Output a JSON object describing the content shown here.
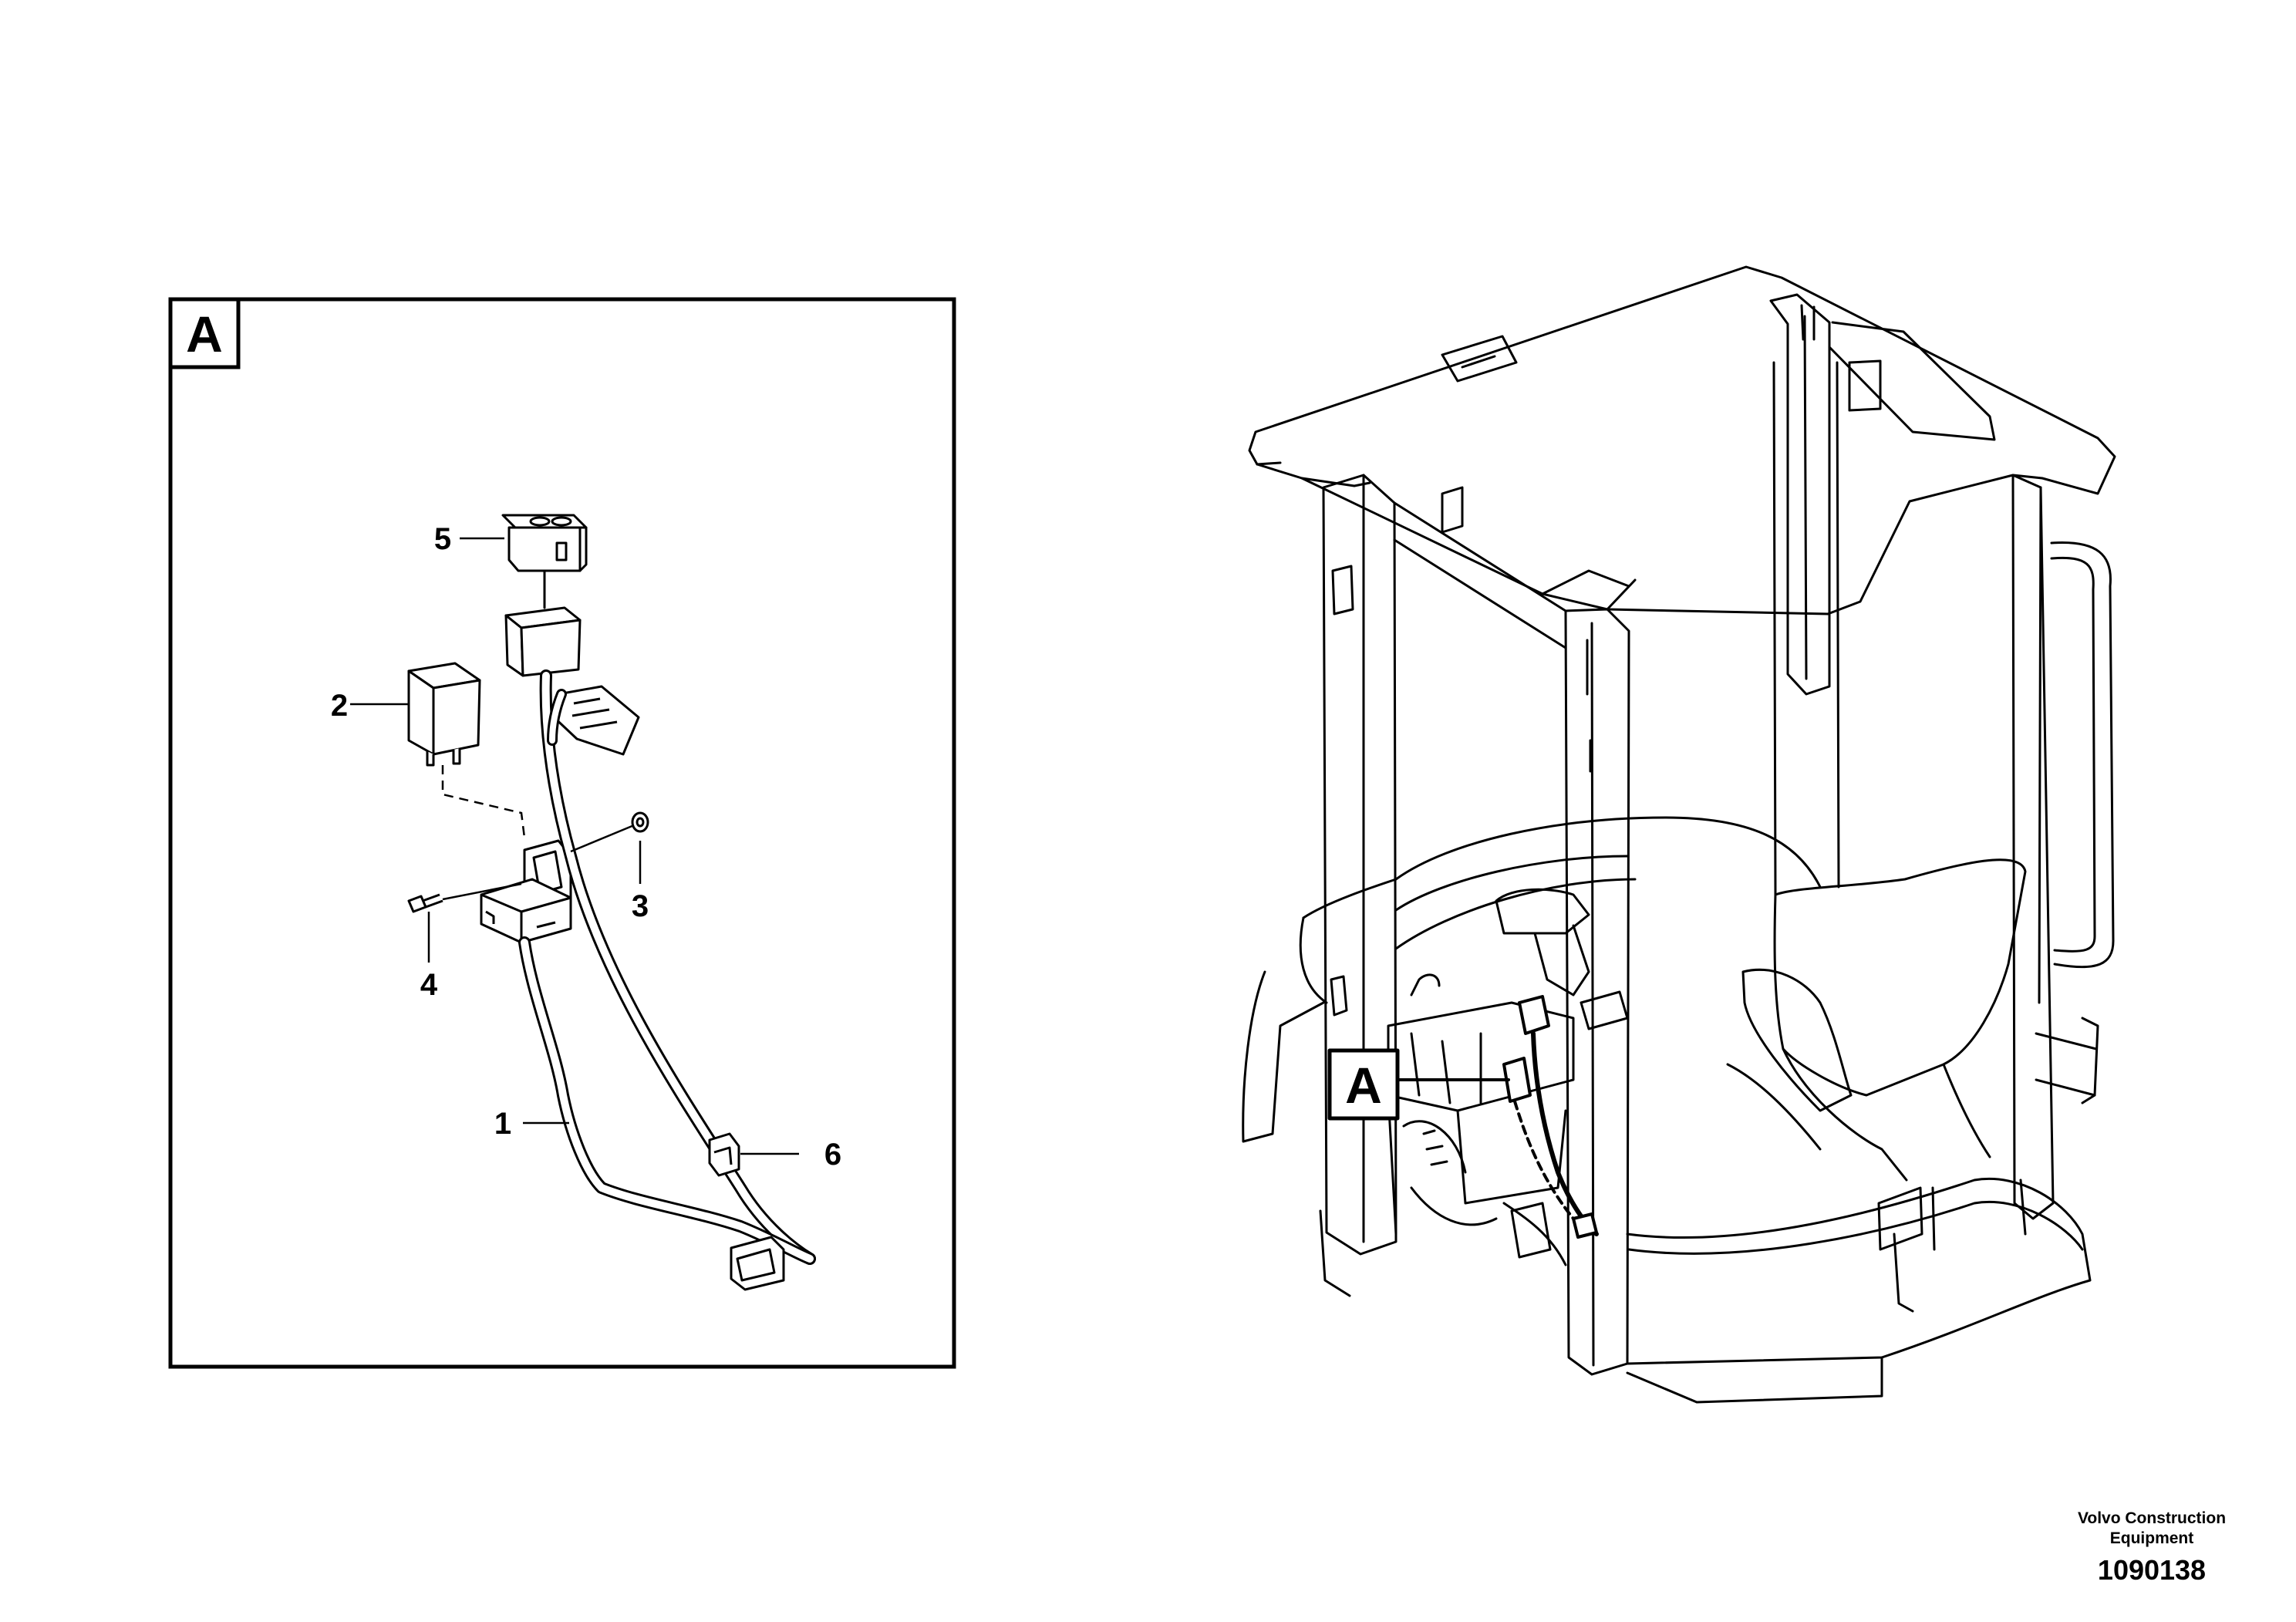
{
  "detail": {
    "label": "A"
  },
  "cab": {
    "detail_marker": "A"
  },
  "callouts": [
    {
      "id": "1",
      "label": "1"
    },
    {
      "id": "2",
      "label": "2"
    },
    {
      "id": "3",
      "label": "3"
    },
    {
      "id": "4",
      "label": "4"
    },
    {
      "id": "5",
      "label": "5"
    },
    {
      "id": "6",
      "label": "6"
    }
  ],
  "footer": {
    "company": "Volvo Construction Equipment",
    "doc_number": "1090138"
  }
}
